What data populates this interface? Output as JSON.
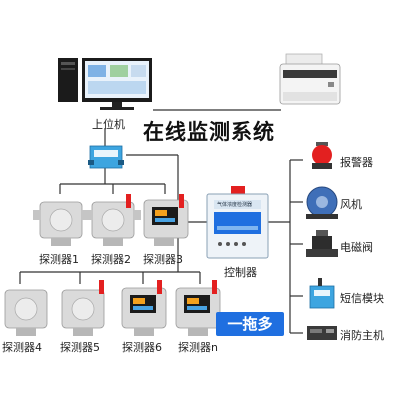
{
  "title": "在线监测系统",
  "badge": "一拖多",
  "host_label": "上位机",
  "controller_label": "控制器",
  "controller_screen_text": "气体浓度检测器",
  "detectors": [
    "探测器1",
    "探测器2",
    "探测器3",
    "探测器4",
    "探测器5",
    "探测器6",
    "探测器n"
  ],
  "outputs": [
    "报警器",
    "风机",
    "电磁阀",
    "短信模块",
    "消防主机"
  ],
  "colors": {
    "line": "#333333",
    "badge": "#1f6fe0",
    "beacon": "#e32020",
    "detector": "#d9d9d9"
  }
}
